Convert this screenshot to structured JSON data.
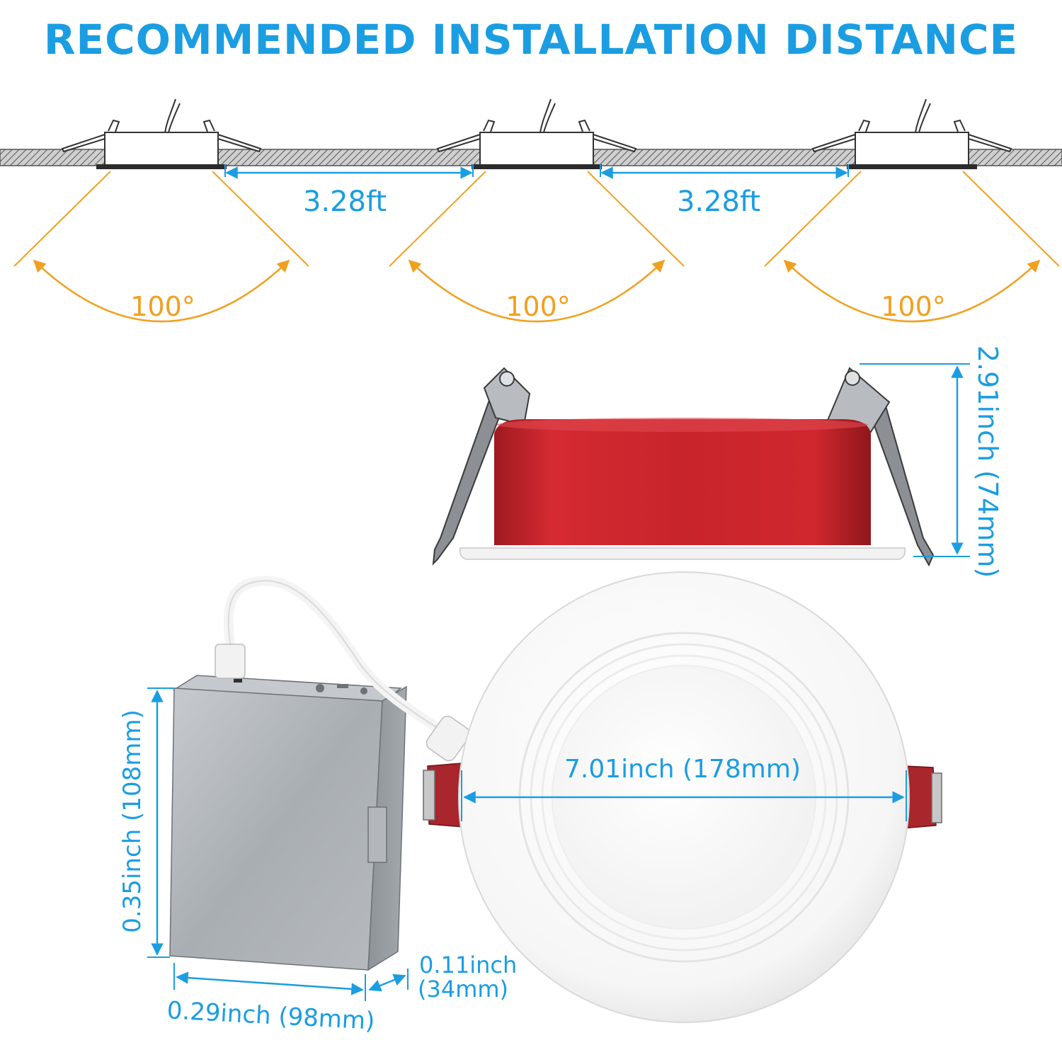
{
  "title": "RECOMMENDED INSTALLATION DISTANCE",
  "spacing": {
    "left": "3.28ft",
    "right": "3.28ft"
  },
  "beam": {
    "a": "100°",
    "b": "100°",
    "c": "100°"
  },
  "light_height": "2.91inch (74mm)",
  "light_diameter": "7.01inch (178mm)",
  "box": {
    "height": "0.35inch (108mm)",
    "width": "0.29inch (98mm)",
    "depth_inch": "0.11inch",
    "depth_mm": "(34mm)"
  },
  "colors": {
    "accent_blue": "#1b9de2",
    "beam_orange": "#f0a020",
    "housing_red": "#c8242c",
    "ceiling_grey": "#8a8a8a",
    "box_grey": "#a8adb2"
  }
}
